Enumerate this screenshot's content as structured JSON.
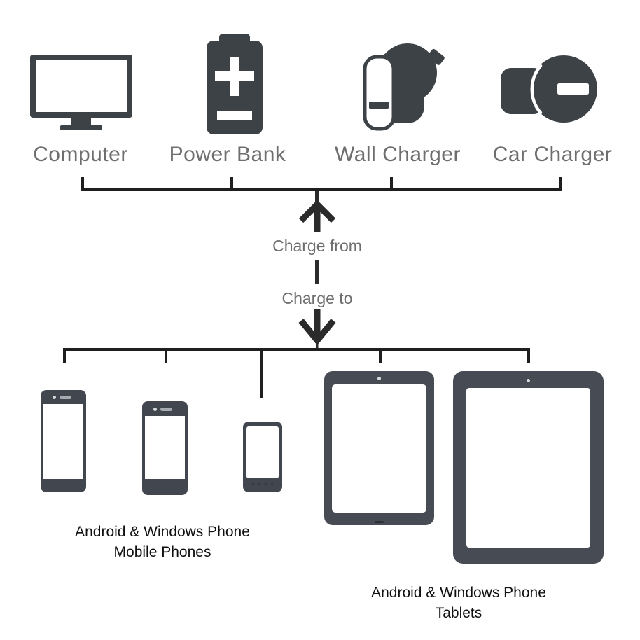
{
  "sources": {
    "items": [
      {
        "label": "Computer",
        "icon": "computer-monitor-icon"
      },
      {
        "label": "Power Bank",
        "icon": "battery-icon"
      },
      {
        "label": "Wall Charger",
        "icon": "wall-plug-icon"
      },
      {
        "label": "Car Charger",
        "icon": "car-adapter-icon"
      }
    ]
  },
  "connector": {
    "charge_from": "Charge from",
    "charge_to": "Charge to"
  },
  "targets": {
    "groups": [
      {
        "line1": "Android & Windows Phone",
        "line2": "Mobile Phones",
        "devices": [
          "phone-large",
          "phone-medium",
          "phone-small"
        ]
      },
      {
        "line1": "Android & Windows Phone",
        "line2": "Tablets",
        "devices": [
          "tablet-medium",
          "tablet-large"
        ]
      }
    ]
  },
  "colors": {
    "background": "#ffffff",
    "icon_dark": "#3d4247",
    "device_dark": "#42474f",
    "tablet_dark": "#474c54",
    "line_black": "#1f1f1f",
    "arrow_dark": "#2b2b2b",
    "label_gray": "#6e6e6e",
    "label_black": "#101010"
  }
}
